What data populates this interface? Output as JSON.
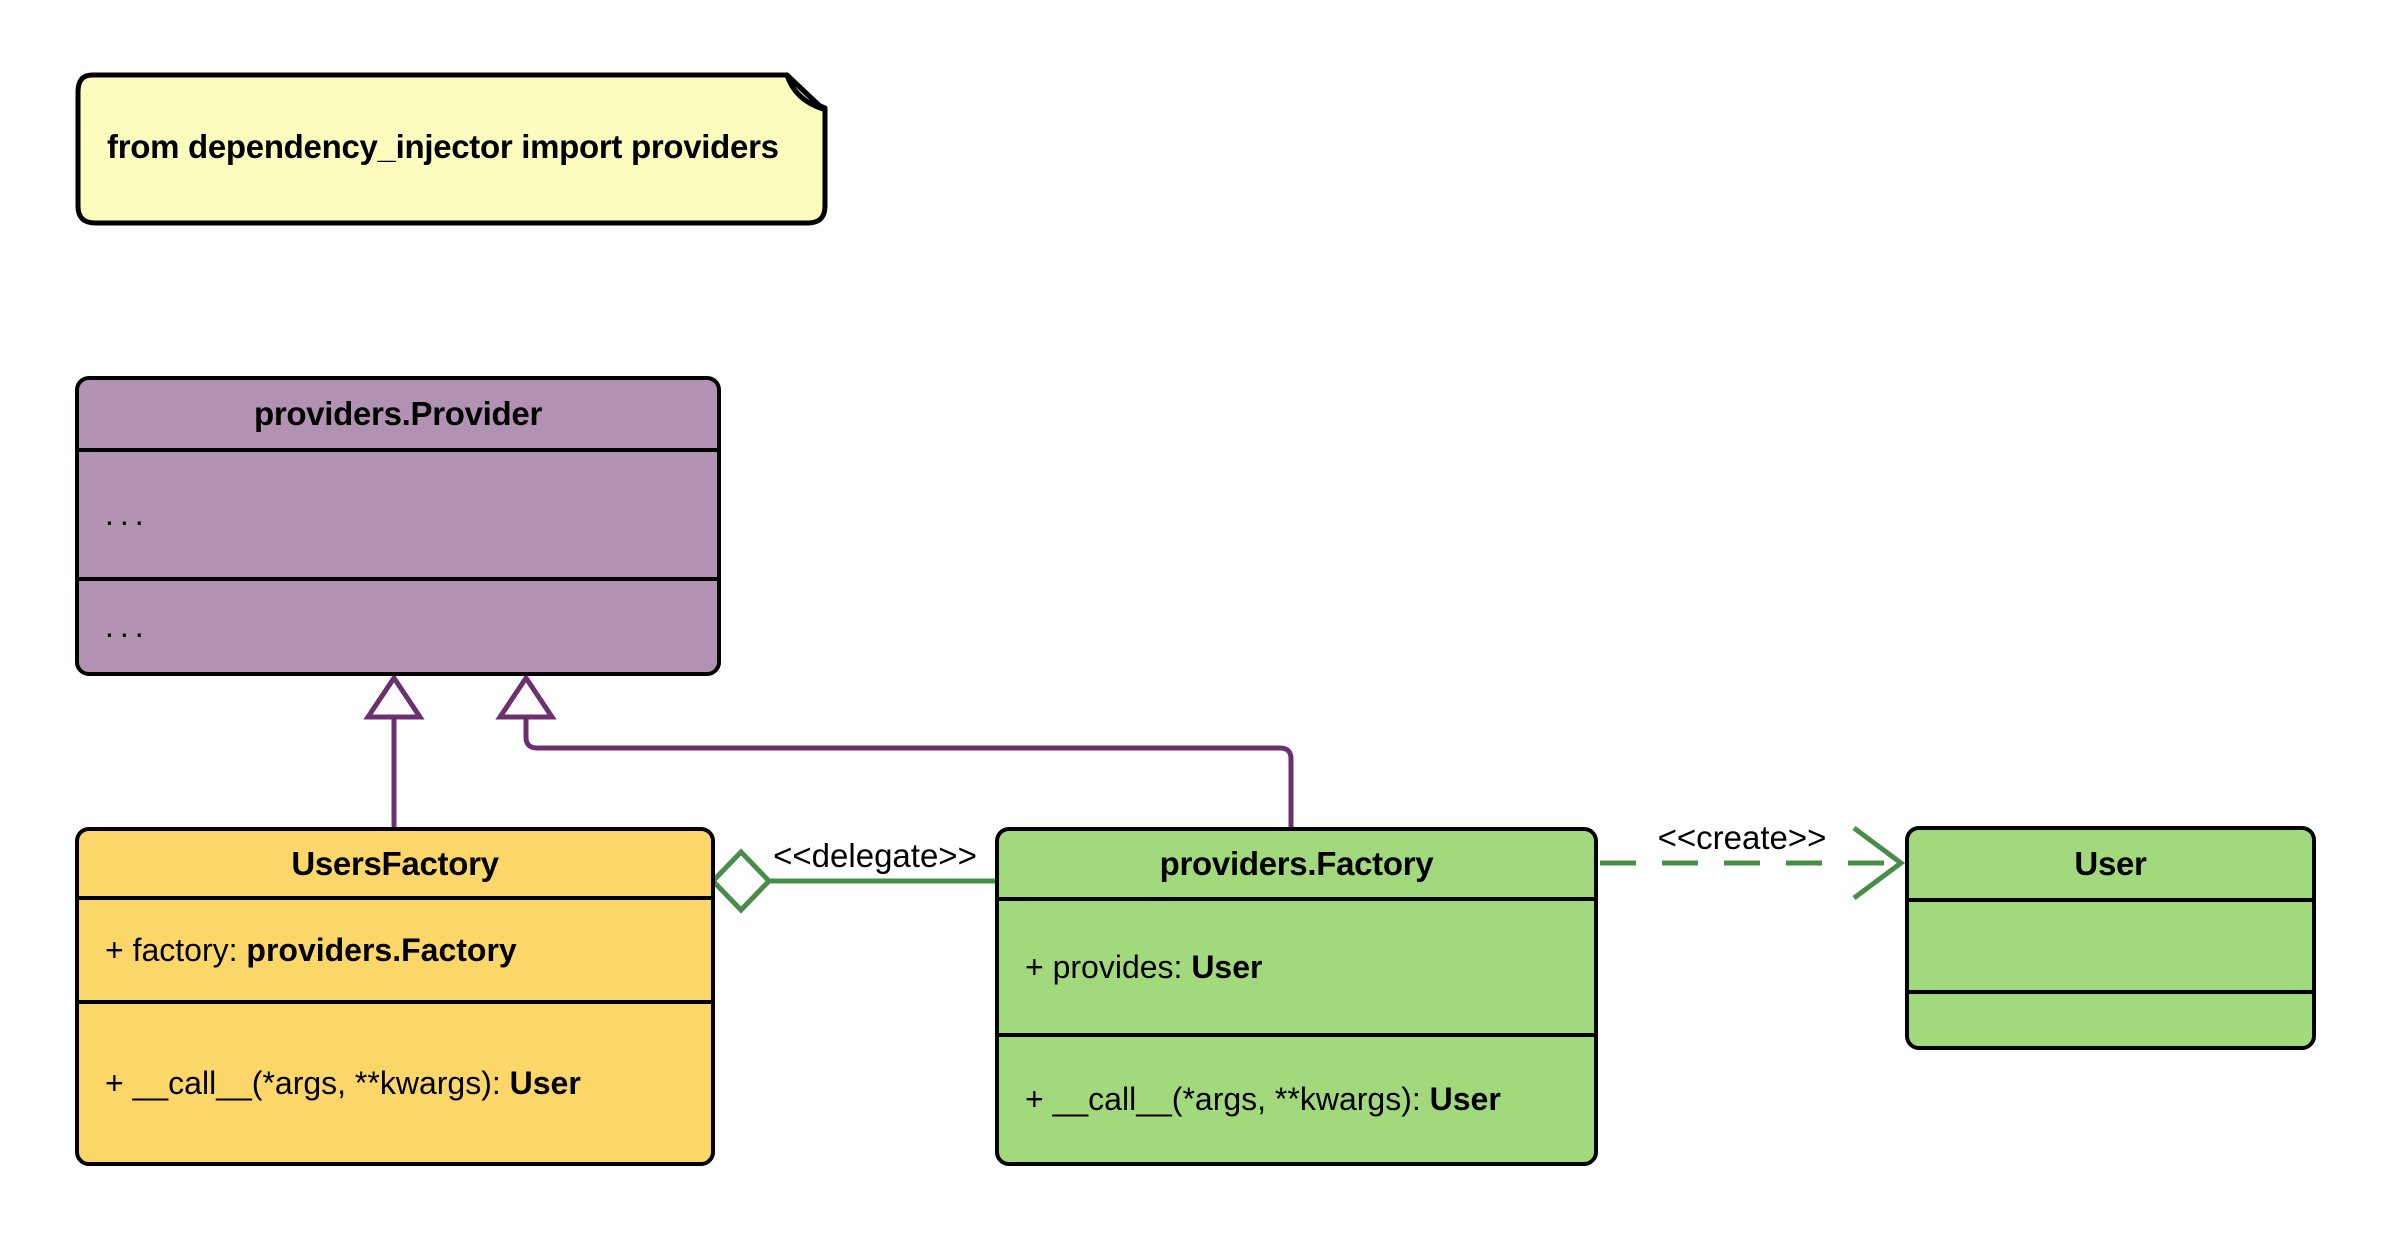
{
  "note": {
    "text": "from dependency_injector import providers"
  },
  "classes": {
    "provider": {
      "title": "providers.Provider",
      "attributes_placeholder": "...",
      "methods_placeholder": "..."
    },
    "users_factory": {
      "title": "UsersFactory",
      "attr_prefix": "+ factory: ",
      "attr_type": "providers.Factory",
      "method_prefix": "+ __call__(*args, **kwargs): ",
      "method_type": "User"
    },
    "factory": {
      "title": "providers.Factory",
      "attr_prefix": "+ provides: ",
      "attr_type": "User",
      "method_prefix": "+ __call__(*args, **kwargs): ",
      "method_type": "User"
    },
    "user": {
      "title": "User"
    }
  },
  "labels": {
    "delegate": "<<delegate>>",
    "create": "<<create>>"
  },
  "colors": {
    "background": "#FFFFFF",
    "note_fill": "#FBFCBE",
    "note_fold_fill": "#C9C98C",
    "provider_fill": "#B292B2",
    "users_factory_fill": "#FBD668",
    "factory_fill": "#A2D97C",
    "user_fill": "#A2D97C",
    "border": "#000000",
    "inheritance_line": "#6C3070",
    "delegate_create_line": "#4A8C4A"
  }
}
